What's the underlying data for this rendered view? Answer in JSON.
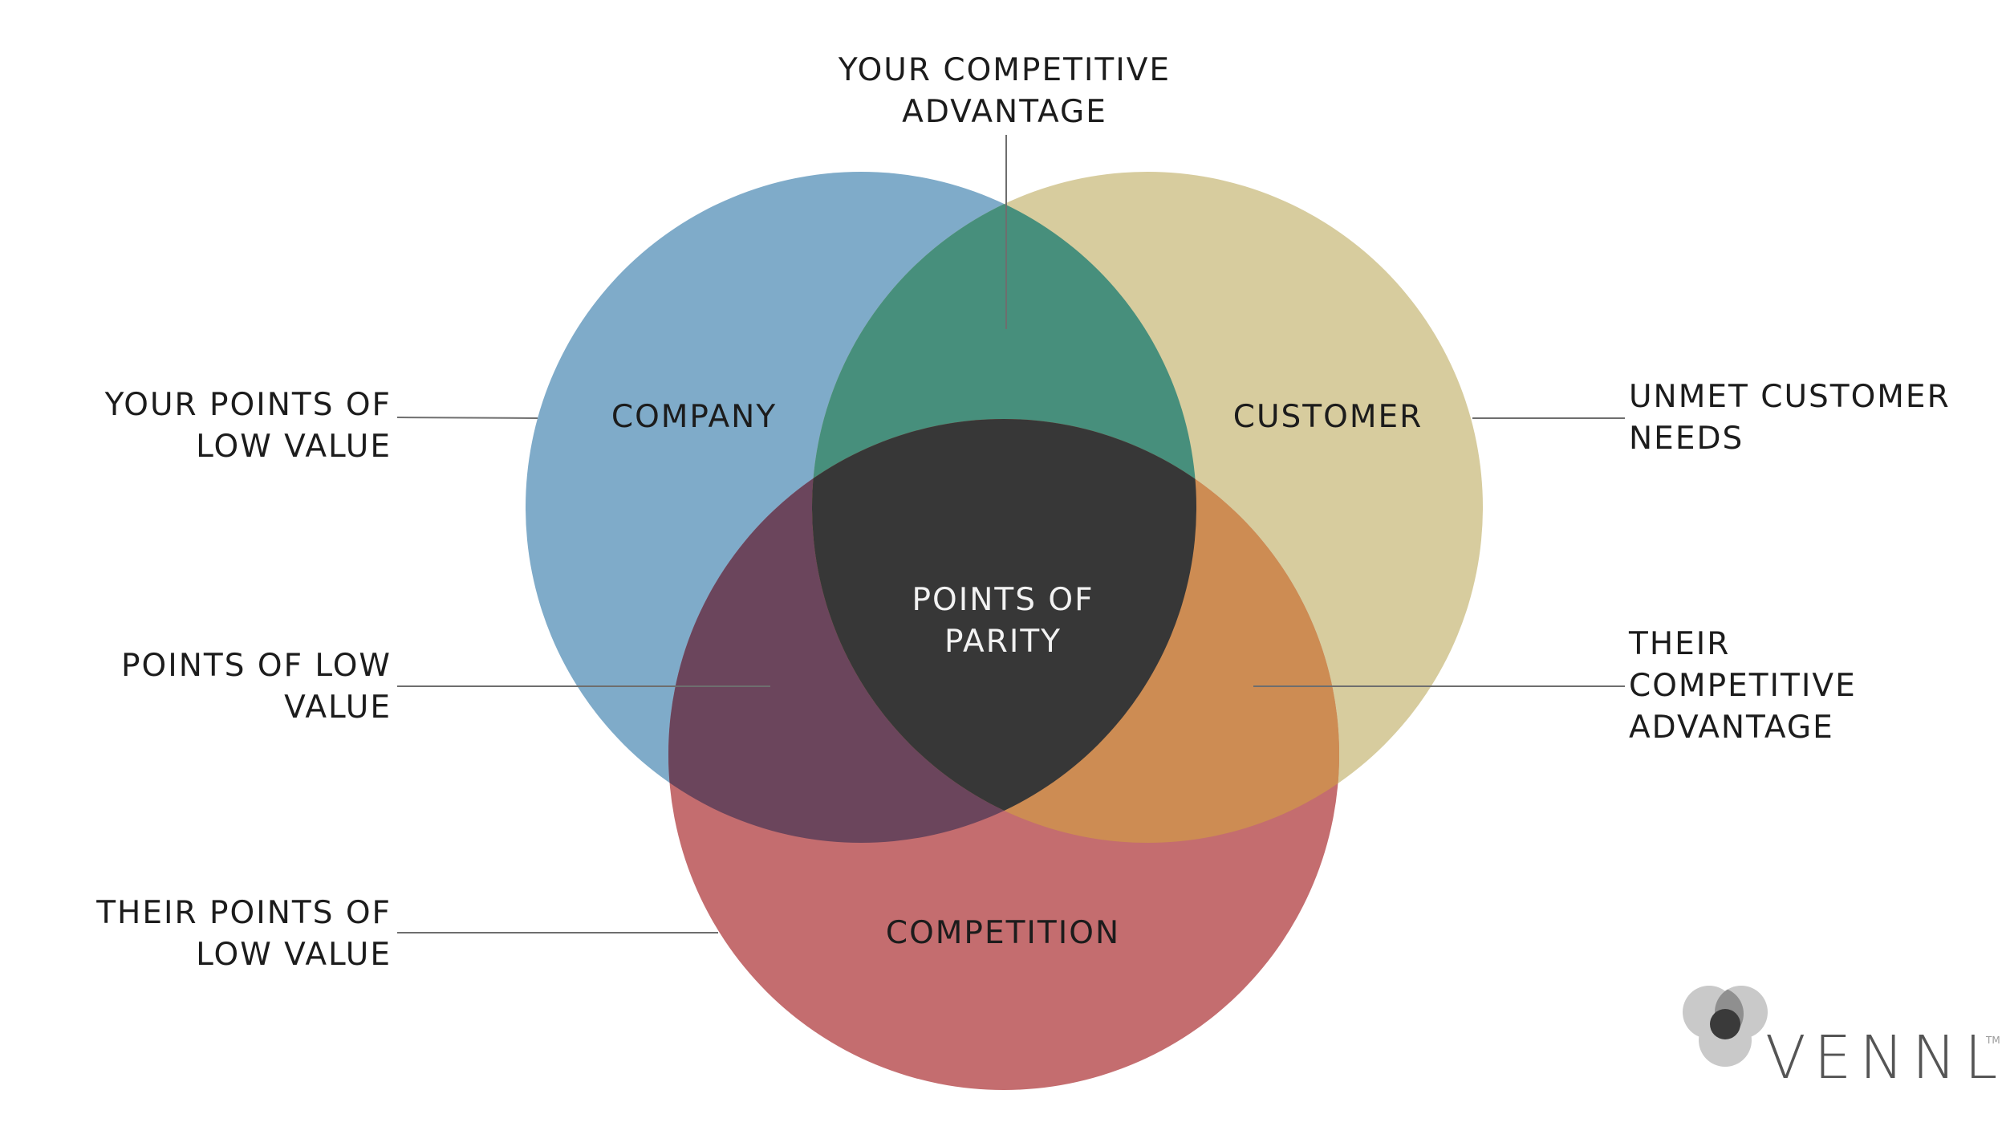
{
  "circles": {
    "company": {
      "label": "COMPANY",
      "color": "#7fabc9"
    },
    "customer": {
      "label": "CUSTOMER",
      "color": "#d7cc9e"
    },
    "competition": {
      "label": "COMPETITION",
      "color": "#c46d6f"
    }
  },
  "overlaps": {
    "company_customer": "#478f7c",
    "company_competition": "#6b455c",
    "customer_competition": "#cd8c53",
    "all_three": "#373737"
  },
  "center": {
    "line1": "POINTS OF",
    "line2": "PARITY"
  },
  "callouts": {
    "your_competitive_advantage": {
      "line1": "YOUR COMPETITIVE",
      "line2": "ADVANTAGE"
    },
    "your_points_of_low_value": {
      "line1": "YOUR POINTS OF",
      "line2": "LOW VALUE"
    },
    "points_of_low_value": {
      "line1": "POINTS OF LOW",
      "line2": "VALUE"
    },
    "their_points_of_low_value": {
      "line1": "THEIR POINTS OF",
      "line2": "LOW VALUE"
    },
    "unmet_customer_needs": {
      "line1": "UNMET CUSTOMER",
      "line2": "NEEDS"
    },
    "their_competitive_advantage": {
      "line1": "THEIR",
      "line2": "COMPETITIVE",
      "line3": "ADVANTAGE"
    }
  },
  "logo": {
    "text": "VENNLI",
    "trademark": "TM",
    "icon": "venn-logo-icon"
  }
}
